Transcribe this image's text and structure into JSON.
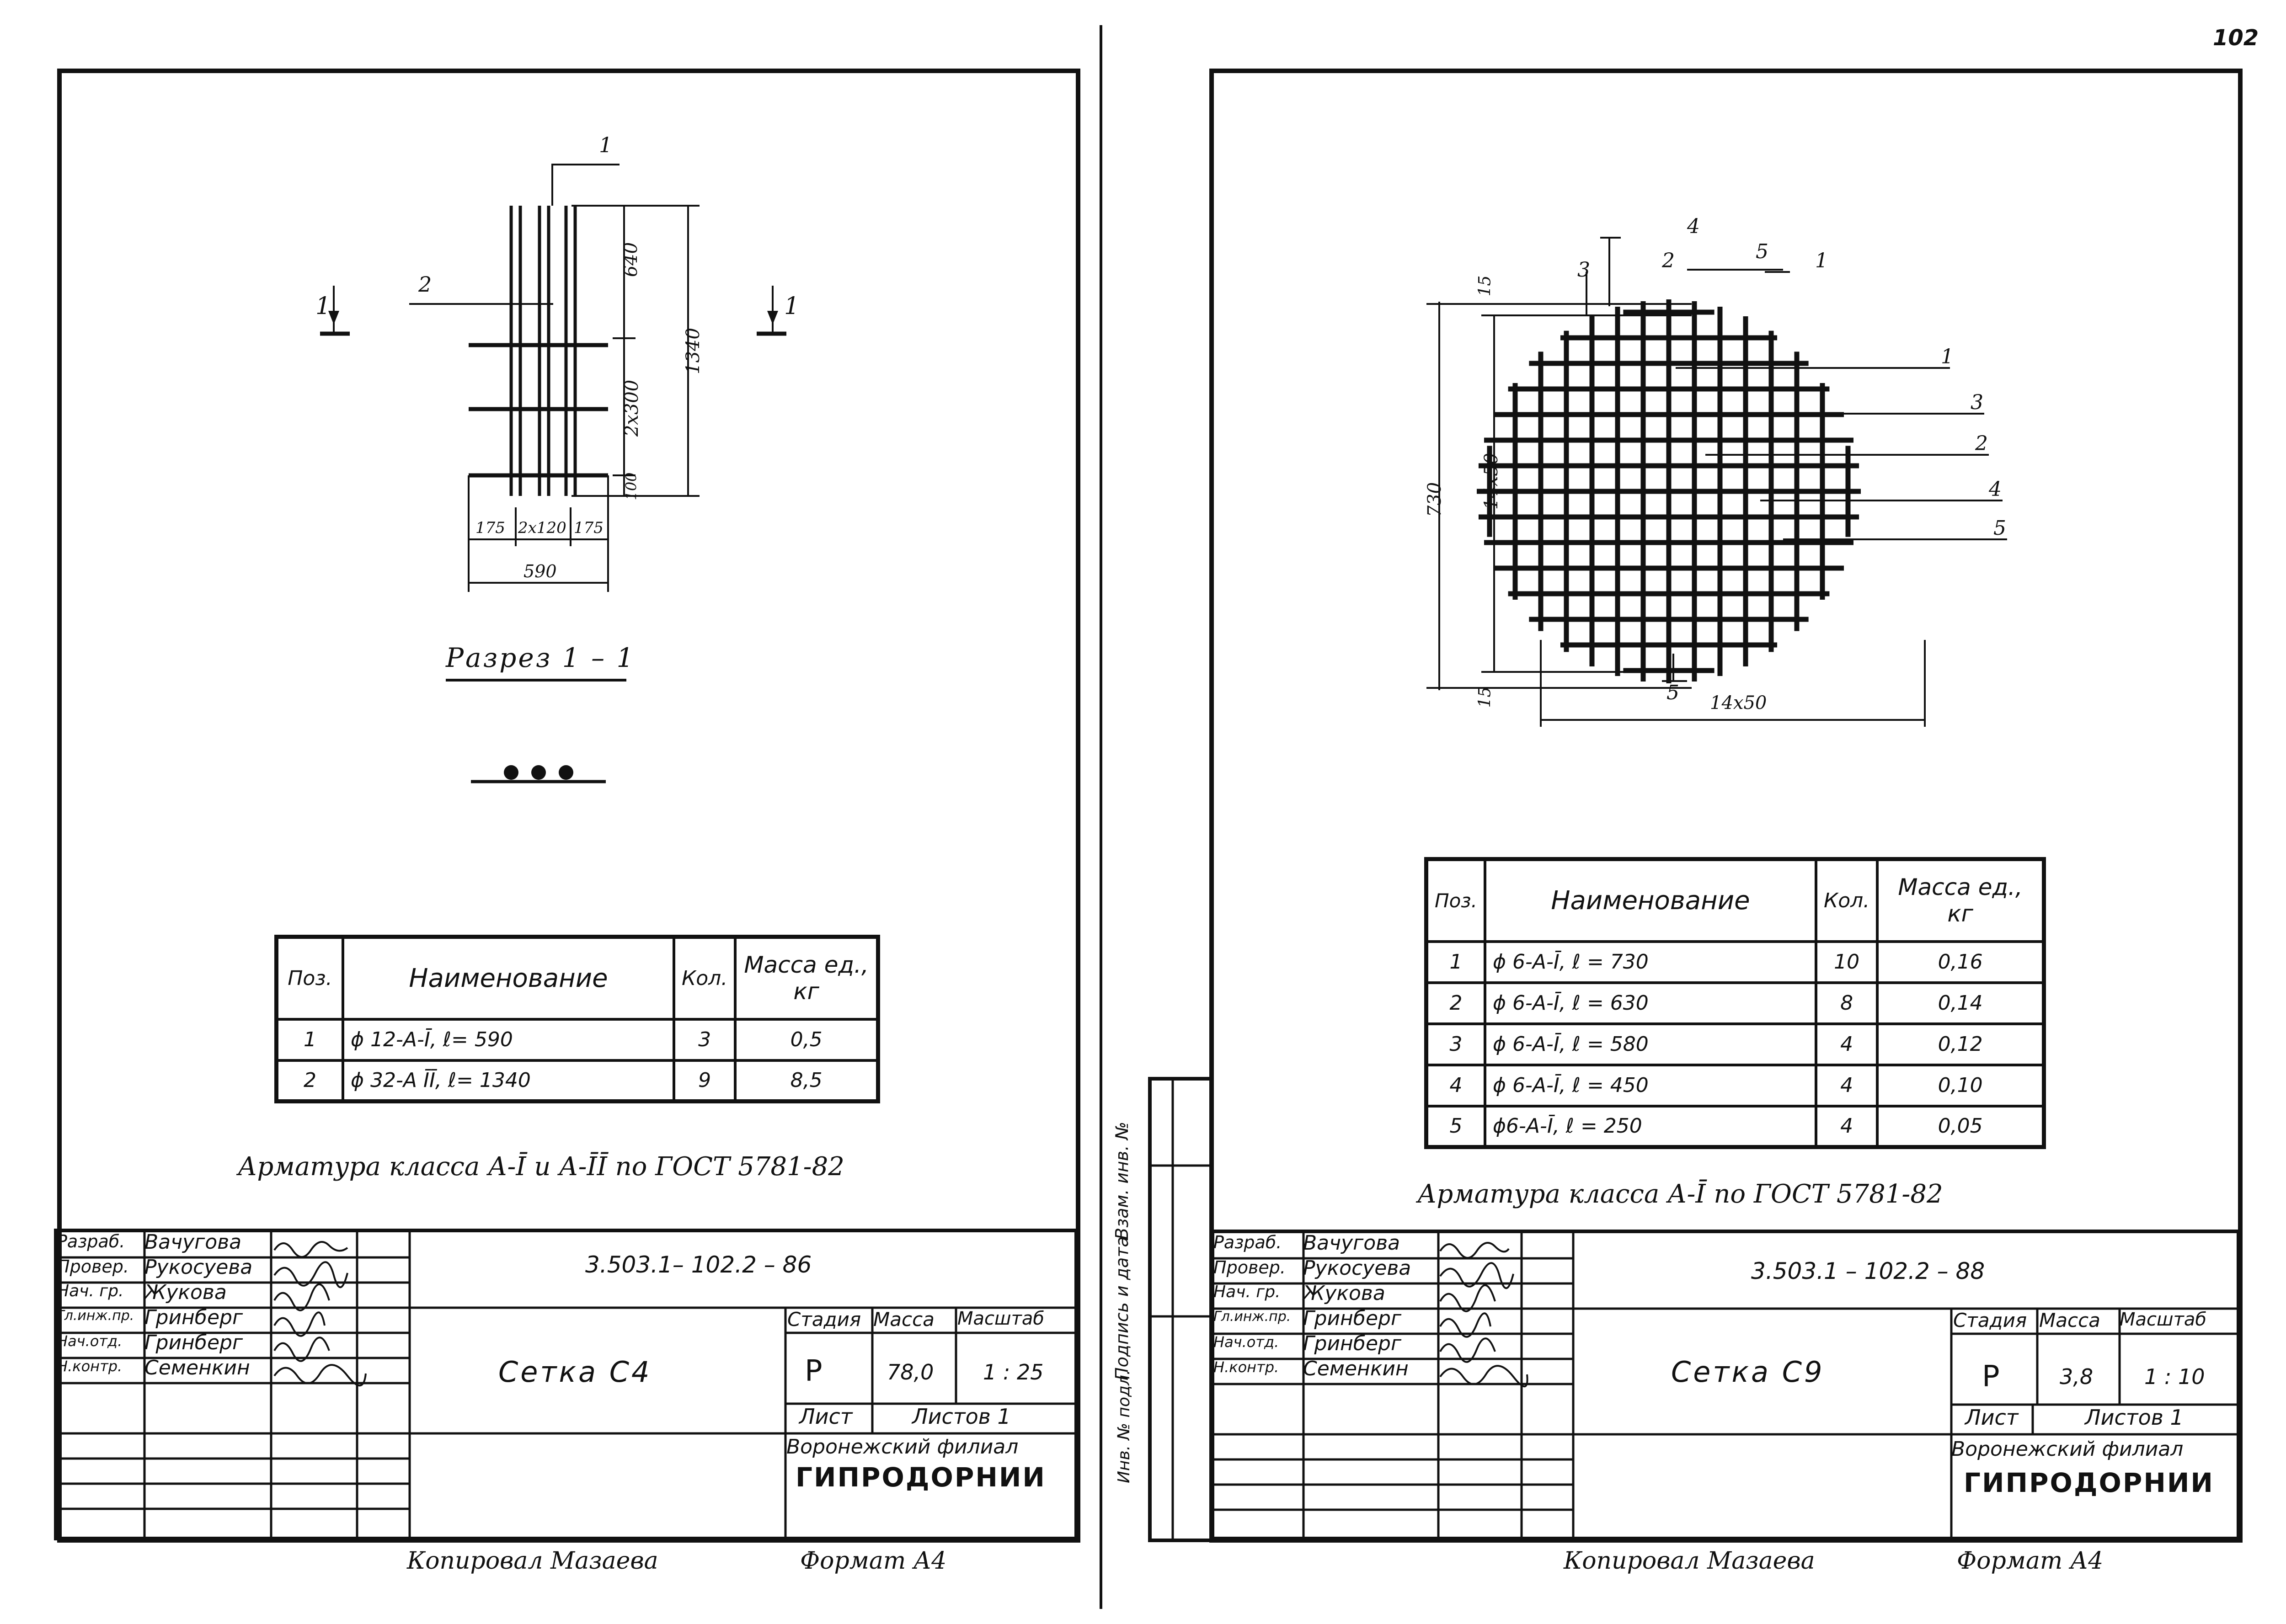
{
  "page_number": "102",
  "sheets": [
    {
      "section": {
        "marks": {
          "one": "1",
          "two": "2",
          "cut_left": "1",
          "cut_right": "1"
        },
        "dims": {
          "d640": "640",
          "d2x300": "2x300",
          "d100": "100",
          "d1340": "1340",
          "d175a": "175",
          "d2x120": "2x120",
          "d175b": "175",
          "d590": "590"
        },
        "title": "Разрез 1 – 1"
      },
      "spec": {
        "headers": [
          "Поз.",
          "Наименование",
          "Кол.",
          "Масса ед., кг"
        ],
        "rows": [
          {
            "pos": "1",
            "name": "ϕ 12-А-Ī, ℓ= 590",
            "qty": "3",
            "mass": "0,5"
          },
          {
            "pos": "2",
            "name": "ϕ 32-А ĪĪ, ℓ= 1340",
            "qty": "9",
            "mass": "8,5"
          }
        ]
      },
      "note": "Арматура класса А-Ī и А-ĪĪ по ГОСТ 5781-82",
      "titleblock": {
        "roles": [
          "Разраб.",
          "Провер.",
          "Нач. гр.",
          "Гл.инж.пр.",
          "Нач.отд.",
          "Н.контр."
        ],
        "names": [
          "Вачугова",
          "Рукосуева",
          "Жукова",
          "Гринберг",
          "Гринберг",
          "Семенкин"
        ],
        "code": "3.503.1– 102.2 – 86",
        "title": "Сетка С4",
        "stage_label": "Стадия",
        "mass_label": "Масса",
        "scale_label": "Масштаб",
        "stage": "Р",
        "mass": "78,0",
        "scale": "1 : 25",
        "sheet_label": "Лист",
        "sheets_label": "Листов 1",
        "org_line1": "Воронежский филиал",
        "org_line2": "ГИПРОДОРНИИ"
      },
      "footer": {
        "copied": "Копировал Мазаева",
        "format": "Формат А4"
      }
    },
    {
      "mesh": {
        "callouts_top": [
          "3",
          "2",
          "4",
          "5",
          "1"
        ],
        "callouts_right": [
          "1",
          "3",
          "2",
          "4",
          "5"
        ],
        "callout_bottom": "5",
        "dims": {
          "d15a": "15",
          "d730": "730",
          "d14x50v": "14x50",
          "d15b": "15",
          "d14x50h": "14x50"
        }
      },
      "spec": {
        "headers": [
          "Поз.",
          "Наименование",
          "Кол.",
          "Масса ед., кг"
        ],
        "rows": [
          {
            "pos": "1",
            "name": "ϕ 6-А-Ī,  ℓ = 730",
            "qty": "10",
            "mass": "0,16"
          },
          {
            "pos": "2",
            "name": "ϕ 6-А-Ī,  ℓ = 630",
            "qty": "8",
            "mass": "0,14"
          },
          {
            "pos": "3",
            "name": "ϕ 6-А-Ī,  ℓ = 580",
            "qty": "4",
            "mass": "0,12"
          },
          {
            "pos": "4",
            "name": "ϕ 6-А-Ī,  ℓ = 450",
            "qty": "4",
            "mass": "0,10"
          },
          {
            "pos": "5",
            "name": "ϕ6-А-Ī,  ℓ = 250",
            "qty": "4",
            "mass": "0,05"
          }
        ]
      },
      "note": "Арматура класса  А-Ī  по ГОСТ 5781-82",
      "side_strip": [
        "Инв. № подл.",
        "Подпись и дата",
        "Взам. инв. №"
      ],
      "titleblock": {
        "roles": [
          "Разраб.",
          "Провер.",
          "Нач. гр.",
          "Гл.инж.пр.",
          "Нач.отд.",
          "Н.контр."
        ],
        "names": [
          "Вачугова",
          "Рукосуева",
          "Жукова",
          "Гринберг",
          "Гринберг",
          "Семенкин"
        ],
        "code": "3.503.1 – 102.2 – 88",
        "title": "Сетка С9",
        "stage_label": "Стадия",
        "mass_label": "Масса",
        "scale_label": "Масштаб",
        "stage": "Р",
        "mass": "3,8",
        "scale": "1 : 10",
        "sheet_label": "Лист",
        "sheets_label": "Листов 1",
        "org_line1": "Воронежский филиал",
        "org_line2": "ГИПРОДОРНИИ"
      },
      "footer": {
        "copied": "Копировал Мазаева",
        "format": "Формат А4"
      }
    }
  ]
}
